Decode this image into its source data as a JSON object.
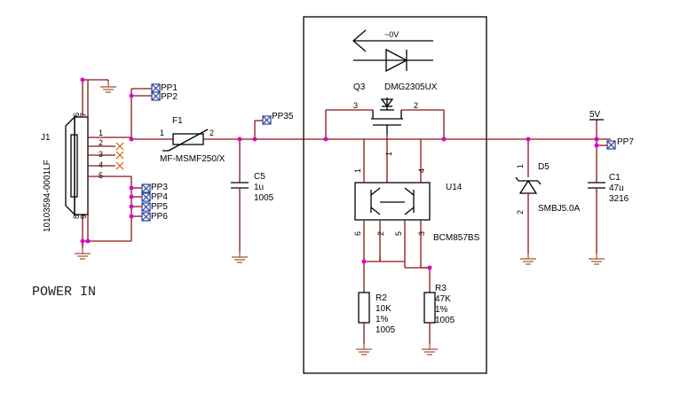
{
  "title": "POWER IN",
  "connector": {
    "ref": "J1",
    "part": "10103594-0001LF",
    "pins": [
      "1",
      "2",
      "3",
      "4",
      "5",
      "6",
      "7",
      "8",
      "9"
    ]
  },
  "test_points": [
    "PP1",
    "PP2",
    "PP3",
    "PP4",
    "PP5",
    "PP6",
    "PP35",
    "PP7"
  ],
  "fuse": {
    "ref": "F1",
    "part": "MF-MSMF250/X",
    "pin1": "1",
    "pin2": "2"
  },
  "c5": {
    "ref": "C5",
    "value": "1u",
    "package": "1005"
  },
  "q3": {
    "ref": "Q3",
    "part": "DMG2305UX",
    "pin1": "1",
    "pin2": "2",
    "pin3": "3"
  },
  "diode_label": "~0V",
  "u14": {
    "ref": "U14",
    "part": "BCM857BS",
    "pins": [
      "1",
      "2",
      "3",
      "4",
      "5",
      "6"
    ]
  },
  "r2": {
    "ref": "R2",
    "value": "10K",
    "tol": "1%",
    "package": "1005"
  },
  "r3": {
    "ref": "R3",
    "value": "47K",
    "tol": "1%",
    "package": "1005"
  },
  "d5": {
    "ref": "D5",
    "part": "SMBJ5.0A",
    "pin1": "1",
    "pin2": "2"
  },
  "c1": {
    "ref": "C1",
    "value": "47u",
    "package": "3216"
  },
  "rail_5v": "5V"
}
